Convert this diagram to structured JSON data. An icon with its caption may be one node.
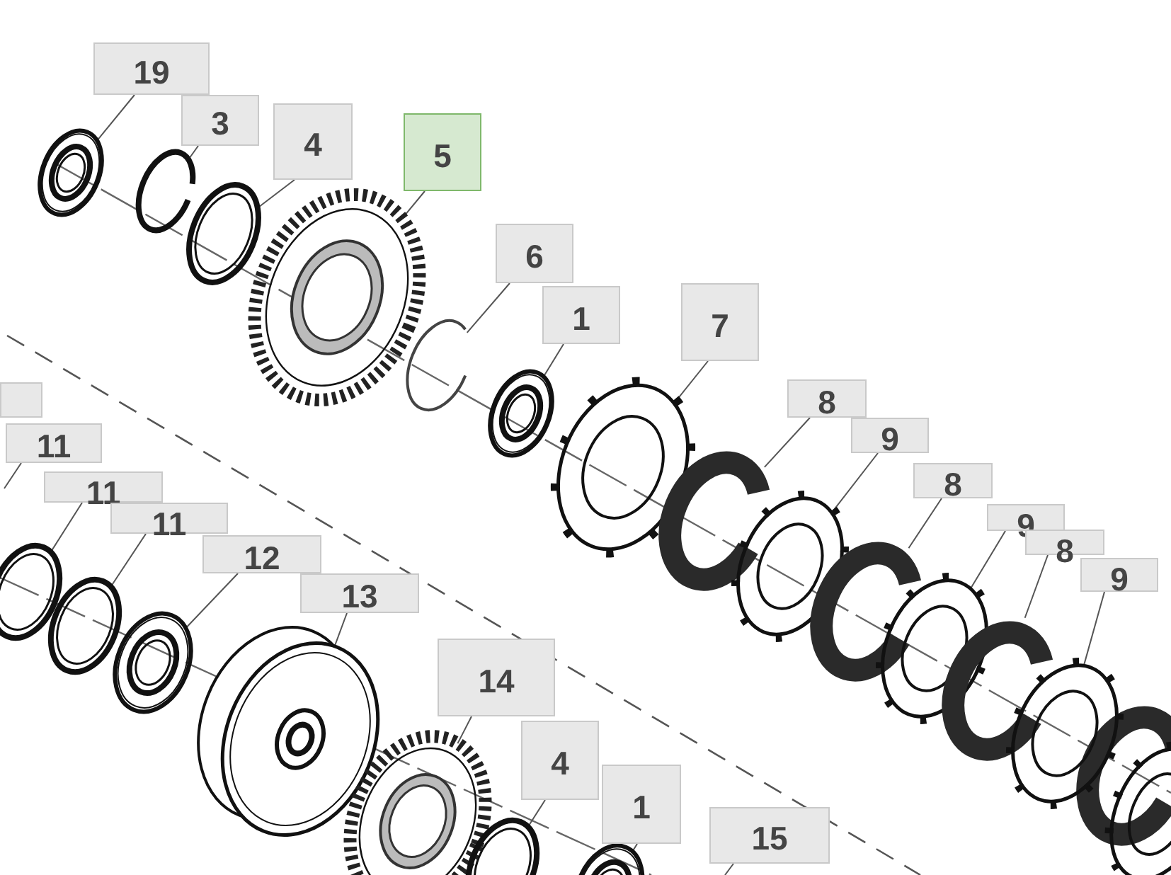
{
  "diagram": {
    "nodes": [
      {
        "text": [
          "19"
        ]
      },
      {
        "text": [
          "3"
        ]
      },
      {
        "text": [
          "4"
        ]
      },
      {
        "text": [
          "5"
        ]
      },
      {
        "text": [
          "6"
        ]
      },
      {
        "text": [
          "1"
        ]
      },
      {
        "text": [
          "7"
        ]
      },
      {
        "text": [
          "8"
        ]
      },
      {
        "text": [
          "9"
        ]
      },
      {
        "text": [
          "8"
        ]
      },
      {
        "text": [
          "9"
        ]
      },
      {
        "text": [
          "8"
        ]
      },
      {
        "text": [
          "9"
        ]
      },
      {
        "text": [],
        "shape": "box"
      },
      {
        "text": [
          "11"
        ]
      },
      {
        "text": [
          "11"
        ]
      },
      {
        "text": [
          "11"
        ]
      },
      {
        "text": [
          "12"
        ]
      },
      {
        "text": [
          "13"
        ]
      },
      {
        "text": [
          "14"
        ]
      },
      {
        "text": [
          "4"
        ]
      },
      {
        "text": [
          "1"
        ]
      },
      {
        "text": [
          "15"
        ]
      },
      {
        "text": [],
        "shape": "picture"
      },
      {
        "text": [],
        "shape": "circle"
      },
      {
        "text": [],
        "shape": "picture"
      },
      {
        "text": [],
        "shape": "picture"
      },
      {
        "text": [],
        "shape": "circle"
      },
      {
        "text": [],
        "shape": "picture"
      },
      {
        "text": [],
        "shape": "picture"
      },
      {
        "text": [],
        "shape": "ring"
      },
      {
        "text": [],
        "shape": "picture"
      },
      {
        "text": [],
        "shape": "ring"
      },
      {
        "text": [],
        "shape": "picture"
      },
      {
        "text": [],
        "shape": "ring"
      },
      {
        "text": [],
        "shape": "picture"
      },
      {
        "text": [],
        "shape": "picture"
      },
      {
        "text": [],
        "shape": "picture"
      },
      {
        "text": [],
        "shape": "picture"
      },
      {
        "text": [],
        "shape": "picture"
      },
      {
        "text": [],
        "shape": "picture"
      },
      {
        "text": [],
        "shape": "picture"
      },
      {
        "text": [],
        "shape": "picture"
      }
    ],
    "edges": [
      {
        "from": 0,
        "to": 23,
        "arrow": "none"
      },
      {
        "from": 1,
        "to": 24,
        "arrow": "none"
      },
      {
        "from": 2,
        "to": 25,
        "arrow": "none"
      },
      {
        "from": 3,
        "to": 26,
        "arrow": "none"
      },
      {
        "from": 4,
        "to": 27,
        "arrow": "none"
      },
      {
        "from": 5,
        "to": 28,
        "arrow": "none"
      },
      {
        "from": 6,
        "to": 29,
        "arrow": "none"
      },
      {
        "from": 7,
        "to": 30,
        "arrow": "none"
      },
      {
        "from": 8,
        "to": 31,
        "arrow": "none"
      },
      {
        "from": 9,
        "to": 32,
        "arrow": "none"
      },
      {
        "from": 10,
        "to": 33,
        "arrow": "none"
      },
      {
        "from": 11,
        "to": 34,
        "arrow": "none"
      },
      {
        "from": 12,
        "to": 35,
        "arrow": "none"
      },
      {
        "from": 14,
        "to": null,
        "arrow": "none"
      },
      {
        "from": 15,
        "to": 36,
        "arrow": "none"
      },
      {
        "from": 16,
        "to": 37,
        "arrow": "none"
      },
      {
        "from": 17,
        "to": 38,
        "arrow": "none"
      },
      {
        "from": 18,
        "to": 39,
        "arrow": "none"
      },
      {
        "from": 19,
        "to": 40,
        "arrow": "none"
      },
      {
        "from": 20,
        "to": 41,
        "arrow": "none"
      },
      {
        "from": 21,
        "to": 42,
        "arrow": "none"
      },
      {
        "from": 22,
        "to": null,
        "arrow": "none"
      }
    ]
  }
}
